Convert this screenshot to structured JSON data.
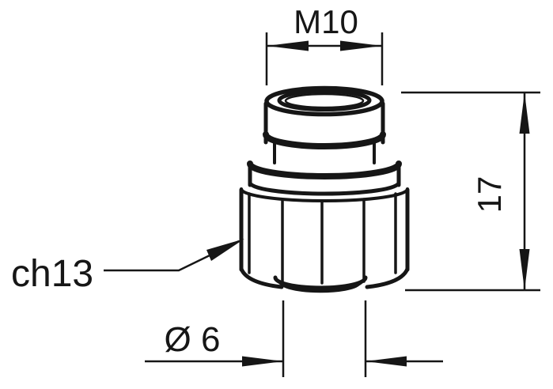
{
  "drawing": {
    "labels": {
      "thread_dim": "M10",
      "height_dim": "17",
      "hex_size": "ch13",
      "diameter_dim": "Ø 6"
    },
    "colors": {
      "line": "#161616",
      "background": "#ffffff"
    }
  }
}
